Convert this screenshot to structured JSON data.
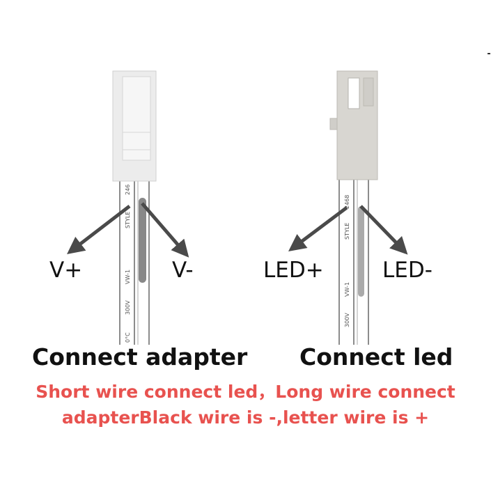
{
  "colors": {
    "note_red": "#e8524f",
    "arrow_gray": "#4a4a4a",
    "connector_white": "#ececec",
    "connector_gray": "#d8d6d1",
    "wire_gray": "#888888"
  },
  "adapter": {
    "title": "Connect adapter",
    "pin_positive": "V+",
    "pin_negative": "V-",
    "wire_print": [
      "246",
      "STYLE",
      "VW-1",
      "300V",
      "0°C"
    ]
  },
  "led": {
    "title": "Connect led",
    "pin_positive": "LED+",
    "pin_negative": "LED-",
    "wire_print": [
      "2468",
      "STYLE",
      "VW-1",
      "300V"
    ]
  },
  "notes": {
    "line1": "Short wire connect led，Long wire connect",
    "line2": "adapterBlack wire is -,letter wire is +"
  }
}
